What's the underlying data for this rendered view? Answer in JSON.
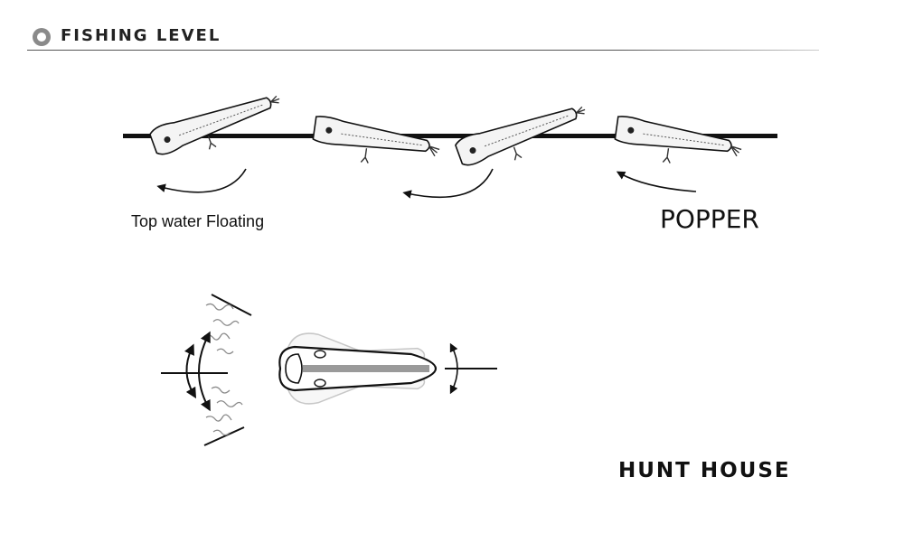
{
  "header": {
    "title": "FISHING LEVEL",
    "icon": "target-ring-icon"
  },
  "diagram": {
    "action_label": "Top water Floating",
    "lure_type": "POPPER",
    "brand": "HUNT HOUSE"
  },
  "colors": {
    "line": "#111111",
    "lure_fill": "#f4f4f4",
    "ghost": "#c9c9c9",
    "accent_bar": "#9a9a9a"
  }
}
